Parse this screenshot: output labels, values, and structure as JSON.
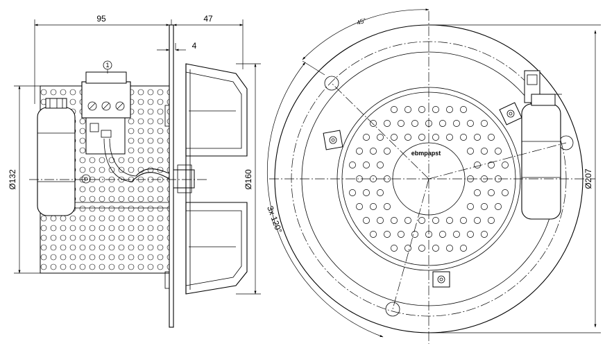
{
  "side_view": {
    "dim_width": "95",
    "dim_impeller_depth": "47",
    "dim_flange": "4",
    "dim_body_diameter": "Ø132",
    "dim_impeller_diameter": "Ø160",
    "callout": "1"
  },
  "front_view": {
    "dim_angle": "45°",
    "dim_pattern": "3x 120°",
    "dim_outer_diameter": "Ø207",
    "brand": "ebmpapst"
  }
}
